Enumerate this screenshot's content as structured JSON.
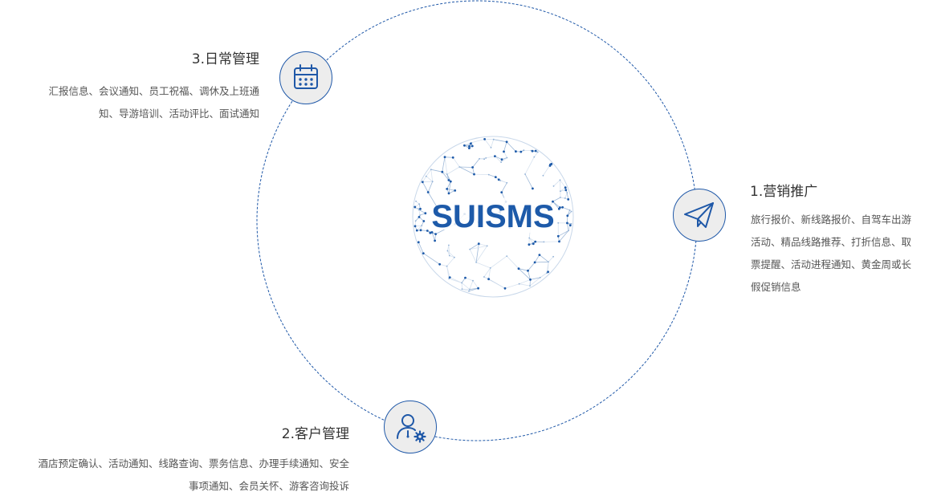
{
  "brand": "SUISMS",
  "colors": {
    "accent": "#1f58a8",
    "node_fill": "#ededed",
    "text": "#333333"
  },
  "modules": [
    {
      "title": "1.营销推广",
      "icon": "paper-plane-icon",
      "lines": [
        "旅行报价、新线路报价、自驾车出游",
        "活动、精品线路推荐、打折信息、取",
        "票提醒、活动进程通知、黄金周或长",
        "假促销信息"
      ]
    },
    {
      "title": "2.客户管理",
      "icon": "user-settings-icon",
      "lines": [
        "酒店预定确认、活动通知、线路查询、票务信息、办理手续通知、安全",
        "事项通知、会员关怀、游客咨询投诉"
      ]
    },
    {
      "title": "3.日常管理",
      "icon": "calendar-icon",
      "lines": [
        "汇报信息、会议通知、员工祝福、调休及上班通",
        "知、导游培训、活动评比、面试通知"
      ]
    }
  ]
}
